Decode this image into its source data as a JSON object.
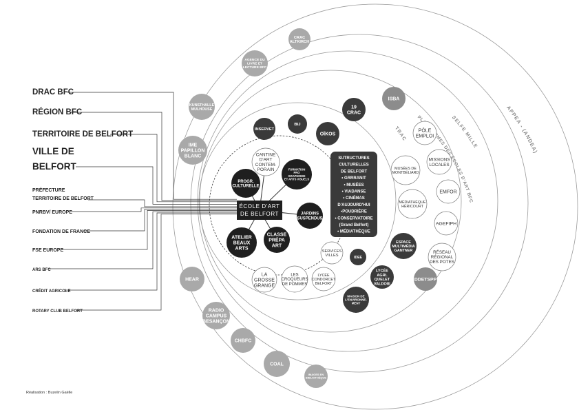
{
  "colors": {
    "ring": "#9a9a9a",
    "dark": "#3a3a3a",
    "black": "#1f1f1f",
    "mid": "#8c8c8c",
    "light": "#a9a9a9",
    "white": "#ffffff",
    "line": "#333333"
  },
  "ring_labels": {
    "appea": "APPEA - (ANDEA)",
    "selfe": "SELFE MILLE",
    "plateformes": "PLATEFORMES DES ÉCOLES D'ART BFC",
    "trac": "TRAC"
  },
  "center": {
    "lines": [
      "ÉCOLE D'ART",
      "DE BELFORT"
    ]
  },
  "structures_box": {
    "lines": [
      "SUTRUCTURES",
      "CULTURELLES",
      "DE BELFORT",
      "• GRRRANIT",
      "• MUSÉES",
      "• VIADANSE",
      "• CINÉMAS",
      "D'AUJOURD'HUI",
      "•POUDRIÈRE",
      "• CONSERVATOIRE",
      "(Grand Belfort)",
      "• MÉDIATHÈQUE"
    ]
  },
  "funders": [
    {
      "label": "DRAC BFC"
    },
    {
      "label": "RÉGION BFC"
    },
    {
      "label": "TERRITOIRE DE BELFORT"
    },
    {
      "label": "VILLE DE"
    },
    {
      "label": "BELFORT"
    },
    {
      "label": "PRÉFECTURE"
    },
    {
      "label": "TERRITOIRE DE BELFORT"
    },
    {
      "label": "PNRBV/ EUROPE"
    },
    {
      "label": "FONDATION DE FRANCE"
    },
    {
      "label": "FSE EUROPE"
    },
    {
      "label": "ARS BFC"
    },
    {
      "label": "CRÉDIT AGRICOLE"
    },
    {
      "label": "ROTARY CLUB BELFORT"
    }
  ],
  "nodes": [
    {
      "lines": [
        "CANTINE",
        "D'ART",
        "CONTEM-",
        "PORAIN"
      ],
      "fill": "white"
    },
    {
      "lines": [
        "FORMATION",
        "PRO",
        "GRAPHISME",
        "ET ARTS VISUELS"
      ],
      "fill": "black"
    },
    {
      "lines": [
        "PROGR.",
        "CULTURELLE"
      ],
      "fill": "black"
    },
    {
      "lines": [
        "JARDINS",
        "SUSPENDUS"
      ],
      "fill": "black"
    },
    {
      "lines": [
        "ATELIER",
        "BEAUX",
        "ARTS"
      ],
      "fill": "black"
    },
    {
      "lines": [
        "CLASSE",
        "PRÉPA",
        "ART"
      ],
      "fill": "black"
    },
    {
      "lines": [
        "INSERVET"
      ],
      "fill": "dark"
    },
    {
      "lines": [
        "BIJ"
      ],
      "fill": "dark"
    },
    {
      "lines": [
        "OÏKOS"
      ],
      "fill": "dark"
    },
    {
      "lines": [
        "19",
        "CRAC"
      ],
      "fill": "dark"
    },
    {
      "lines": [
        "SERVICES",
        "VILLES"
      ],
      "fill": "white"
    },
    {
      "lines": [
        "IDEE"
      ],
      "fill": "dark"
    },
    {
      "lines": [
        "LA",
        "GROSSE",
        "GRANGE"
      ],
      "fill": "white"
    },
    {
      "lines": [
        "LES",
        "CROQUEURS",
        "DE POMMES"
      ],
      "fill": "white"
    },
    {
      "lines": [
        "LYCÉE",
        "CONDORCET",
        "BELFORT"
      ],
      "fill": "white"
    },
    {
      "lines": [
        "LYCÉE",
        "AGRI.",
        "QUELET",
        "VALDOIE"
      ],
      "fill": "dark"
    },
    {
      "lines": [
        "MAISON DE",
        "L'ENVIRONNE-",
        "MENT"
      ],
      "fill": "dark"
    },
    {
      "lines": [
        "MUSÉES DE",
        "MONTBÉLIARD"
      ],
      "fill": "white"
    },
    {
      "lines": [
        "MÉDIATHÈQUE",
        "HÉRICOURT"
      ],
      "fill": "white"
    },
    {
      "lines": [
        "ESPACE",
        "MULTIMÉDIA",
        "GANTNER"
      ],
      "fill": "dark"
    },
    {
      "lines": [
        "ISBA"
      ],
      "fill": "mid"
    },
    {
      "lines": [
        "PÔLE",
        "EMPLOI"
      ],
      "fill": "white"
    },
    {
      "lines": [
        "MISSIONS",
        "LOCALES"
      ],
      "fill": "white"
    },
    {
      "lines": [
        "EMFOR"
      ],
      "fill": "white"
    },
    {
      "lines": [
        "AGEFIPH"
      ],
      "fill": "white"
    },
    {
      "lines": [
        "RÉSEAU",
        "RÉGIONAL",
        "DES POTES"
      ],
      "fill": "white"
    },
    {
      "lines": [
        "DDETSPP"
      ],
      "fill": "mid"
    },
    {
      "lines": [
        "CRAC",
        "ALTKIRCH"
      ],
      "fill": "light"
    },
    {
      "lines": [
        "AGENCE DU",
        "LIVRE ET",
        "LECTURE BFC"
      ],
      "fill": "light"
    },
    {
      "lines": [
        "KUNSTHALLE",
        "MULHOUSE"
      ],
      "fill": "light"
    },
    {
      "lines": [
        "IME",
        "PAPILLON",
        "BLANC"
      ],
      "fill": "light"
    },
    {
      "lines": [
        "HEAR"
      ],
      "fill": "light"
    },
    {
      "lines": [
        "RADIO",
        "CAMPUS",
        "BESANÇON"
      ],
      "fill": "light"
    },
    {
      "lines": [
        "CHBFC"
      ],
      "fill": "light"
    },
    {
      "lines": [
        "COAL"
      ],
      "fill": "light"
    },
    {
      "lines": [
        "IMAGES EN",
        "BIBLIOTHÈQUE"
      ],
      "fill": "light"
    }
  ],
  "credit": "Réalisation : Buzelin Gaëlle"
}
